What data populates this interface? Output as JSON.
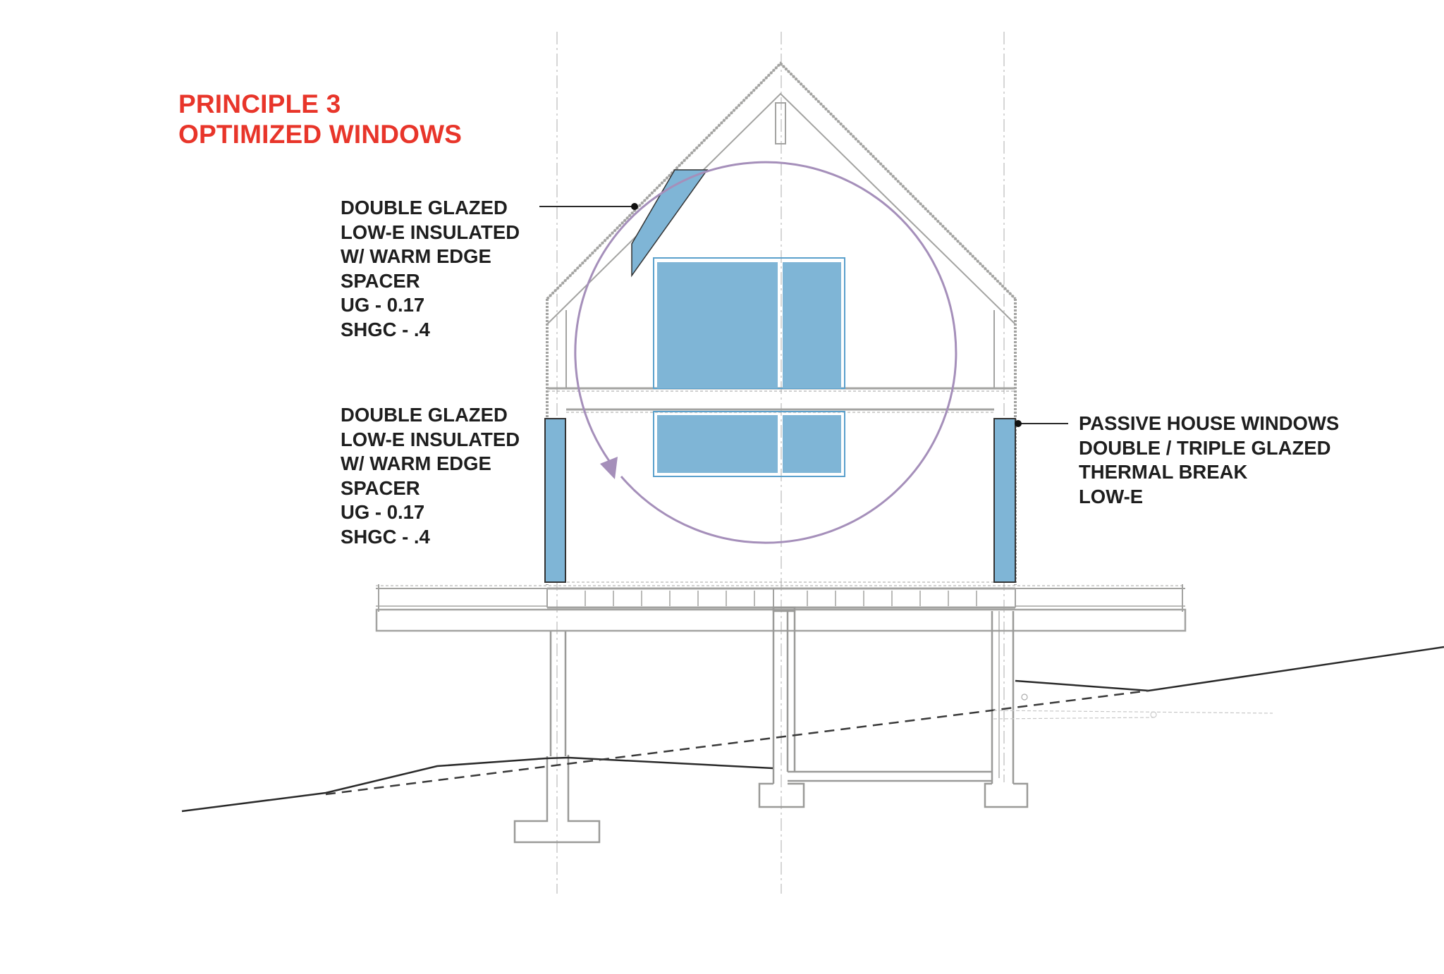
{
  "title": {
    "line1": "PRINCIPLE 3",
    "line2": "OPTIMIZED WINDOWS",
    "color": "#e8352a"
  },
  "annotations": {
    "roof_window": {
      "lines": [
        "DOUBLE GLAZED",
        "LOW-E INSULATED",
        "W/ WARM EDGE",
        "SPACER",
        "UG - 0.17",
        "SHGC - .4"
      ]
    },
    "wall_window": {
      "lines": [
        "DOUBLE GLAZED",
        "LOW-E INSULATED",
        "W/ WARM EDGE",
        "SPACER",
        "UG - 0.17",
        "SHGC - .4"
      ]
    },
    "passive_window": {
      "lines": [
        "PASSIVE HOUSE WINDOWS",
        "DOUBLE / TRIPLE GLAZED",
        "THERMAL BREAK",
        "LOW-E"
      ]
    }
  },
  "colors": {
    "glass": "#7fb5d6",
    "glass_frame": "#5aa0cc",
    "airflow": "#a58fba",
    "structure": "#9a9a98",
    "ground": "#2a2a2a",
    "text": "#1e1e1e"
  }
}
